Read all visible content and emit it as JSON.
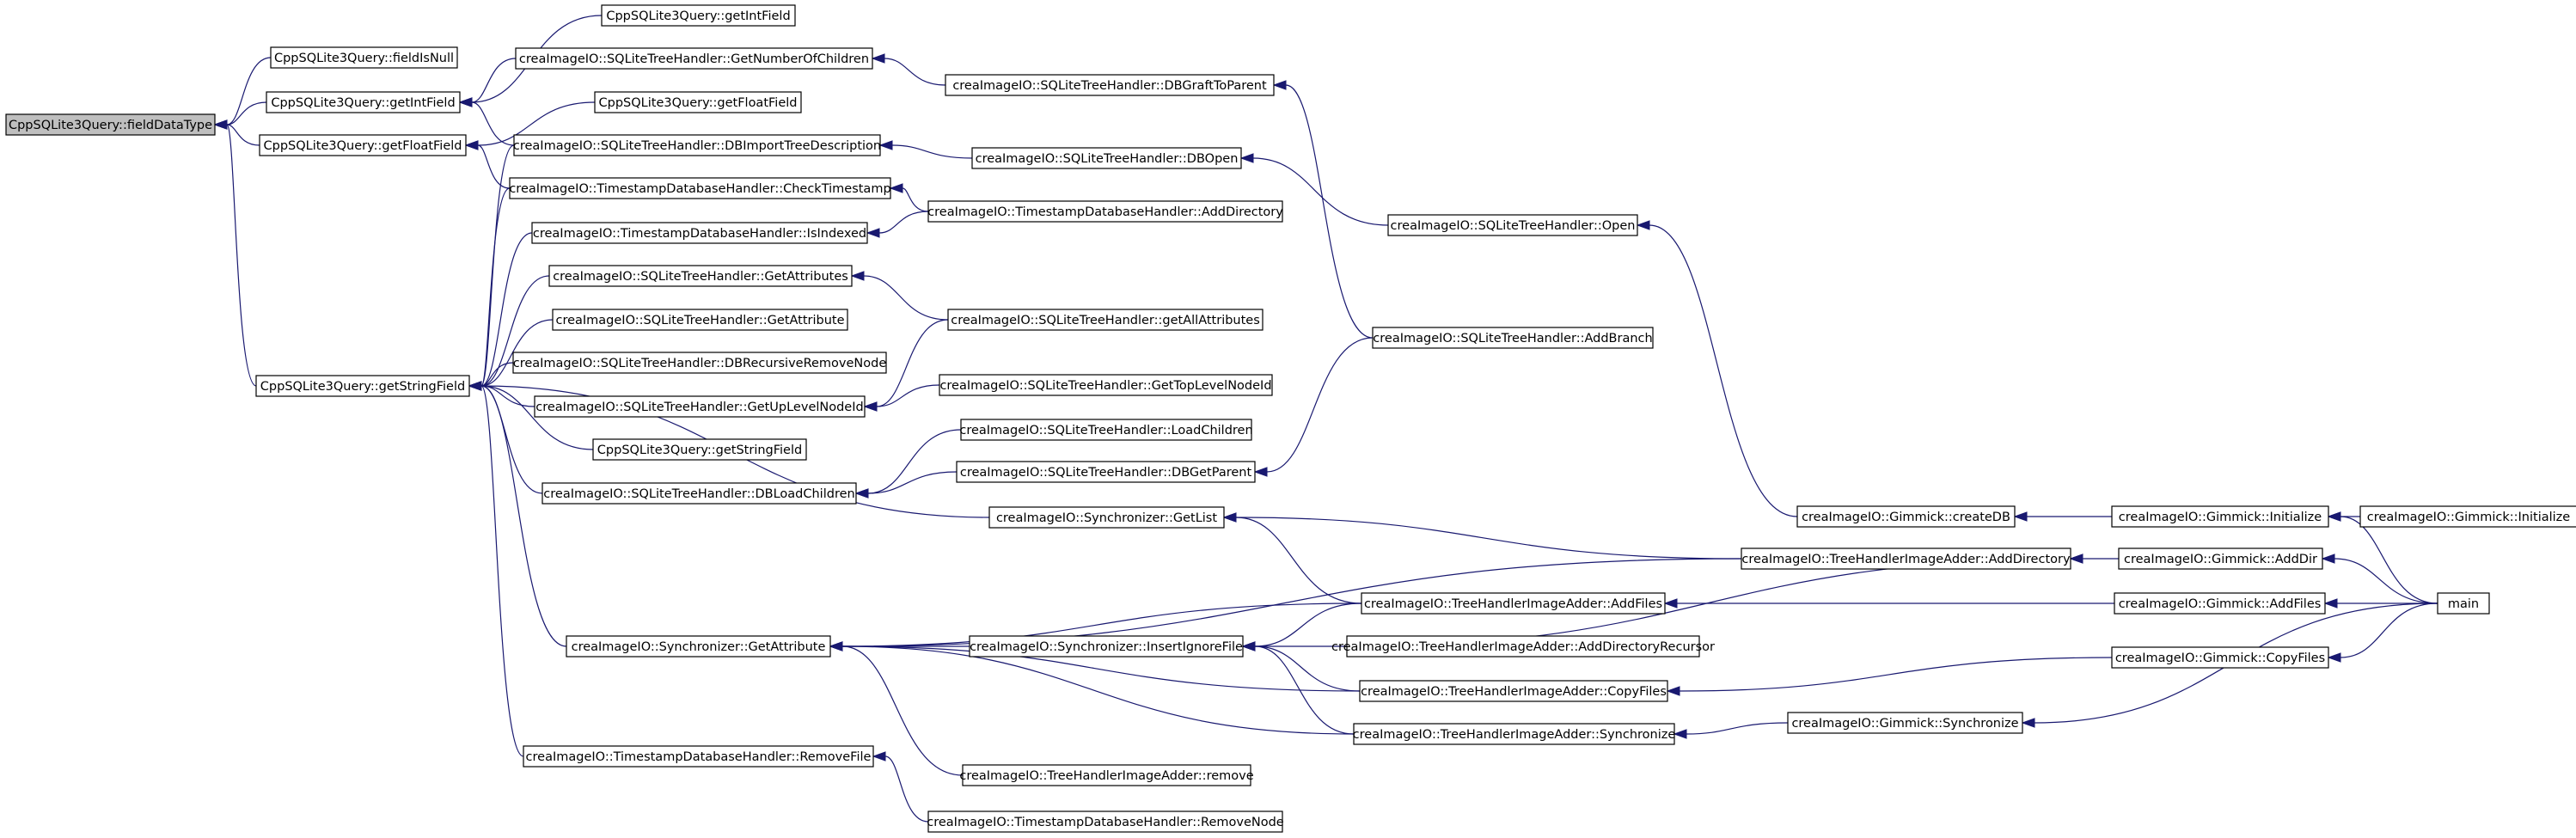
{
  "colors": {
    "edge": "#191970",
    "root_fill": "#bfbfbf",
    "node_fill": "#ffffff",
    "node_border": "#000000"
  },
  "nodes": [
    {
      "id": "fieldDataType",
      "label": "CppSQLite3Query::fieldDataType",
      "root": true
    },
    {
      "id": "fieldIsNull",
      "label": "CppSQLite3Query::fieldIsNull"
    },
    {
      "id": "getIntField",
      "label": "CppSQLite3Query::getIntField"
    },
    {
      "id": "getFloatField",
      "label": "CppSQLite3Query::getFloatField"
    },
    {
      "id": "getStringField",
      "label": "CppSQLite3Query::getStringField"
    },
    {
      "id": "getIntField2",
      "label": "CppSQLite3Query::getIntField"
    },
    {
      "id": "GetNumberOfChildren",
      "label": "creaImageIO::SQLiteTreeHandler::GetNumberOfChildren"
    },
    {
      "id": "getFloatField2",
      "label": "CppSQLite3Query::getFloatField"
    },
    {
      "id": "DBImportTreeDescription",
      "label": "creaImageIO::SQLiteTreeHandler::DBImportTreeDescription"
    },
    {
      "id": "CheckTimestamp",
      "label": "creaImageIO::TimestampDatabaseHandler::CheckTimestamp"
    },
    {
      "id": "IsIndexed",
      "label": "creaImageIO::TimestampDatabaseHandler::IsIndexed"
    },
    {
      "id": "GetAttributes",
      "label": "creaImageIO::SQLiteTreeHandler::GetAttributes"
    },
    {
      "id": "GetAttribute",
      "label": "creaImageIO::SQLiteTreeHandler::GetAttribute"
    },
    {
      "id": "DBRecursiveRemoveNode",
      "label": "creaImageIO::SQLiteTreeHandler::DBRecursiveRemoveNode"
    },
    {
      "id": "GetUpLevelNodeId",
      "label": "creaImageIO::SQLiteTreeHandler::GetUpLevelNodeId"
    },
    {
      "id": "getStringField2",
      "label": "CppSQLite3Query::getStringField"
    },
    {
      "id": "DBLoadChildren",
      "label": "creaImageIO::SQLiteTreeHandler::DBLoadChildren"
    },
    {
      "id": "SyncGetAttribute",
      "label": "creaImageIO::Synchronizer::GetAttribute"
    },
    {
      "id": "TSRemoveFile",
      "label": "creaImageIO::TimestampDatabaseHandler::RemoveFile"
    },
    {
      "id": "DBGraftToParent",
      "label": "creaImageIO::SQLiteTreeHandler::DBGraftToParent"
    },
    {
      "id": "DBOpen",
      "label": "creaImageIO::SQLiteTreeHandler::DBOpen"
    },
    {
      "id": "TSAddDirectory",
      "label": "creaImageIO::TimestampDatabaseHandler::AddDirectory"
    },
    {
      "id": "getAllAttributes",
      "label": "creaImageIO::SQLiteTreeHandler::getAllAttributes"
    },
    {
      "id": "GetTopLevelNodeId",
      "label": "creaImageIO::SQLiteTreeHandler::GetTopLevelNodeId"
    },
    {
      "id": "LoadChildren",
      "label": "creaImageIO::SQLiteTreeHandler::LoadChildren"
    },
    {
      "id": "DBGetParent",
      "label": "creaImageIO::SQLiteTreeHandler::DBGetParent"
    },
    {
      "id": "SyncGetList",
      "label": "creaImageIO::Synchronizer::GetList"
    },
    {
      "id": "InsertIgnoreFile",
      "label": "creaImageIO::Synchronizer::InsertIgnoreFile"
    },
    {
      "id": "TreeRemove",
      "label": "creaImageIO::TreeHandlerImageAdder::remove"
    },
    {
      "id": "TSRemoveNode",
      "label": "creaImageIO::TimestampDatabaseHandler::RemoveNode"
    },
    {
      "id": "Open",
      "label": "creaImageIO::SQLiteTreeHandler::Open"
    },
    {
      "id": "AddBranch",
      "label": "creaImageIO::SQLiteTreeHandler::AddBranch"
    },
    {
      "id": "AddFiles",
      "label": "creaImageIO::TreeHandlerImageAdder::AddFiles"
    },
    {
      "id": "AddDirectoryRecursor",
      "label": "creaImageIO::TreeHandlerImageAdder::AddDirectoryRecursor"
    },
    {
      "id": "CopyFiles",
      "label": "creaImageIO::TreeHandlerImageAdder::CopyFiles"
    },
    {
      "id": "TreeSynchronize",
      "label": "creaImageIO::TreeHandlerImageAdder::Synchronize"
    },
    {
      "id": "createDB",
      "label": "creaImageIO::Gimmick::createDB"
    },
    {
      "id": "AddDirectory",
      "label": "creaImageIO::TreeHandlerImageAdder::AddDirectory"
    },
    {
      "id": "GimmickSynchronize",
      "label": "creaImageIO::Gimmick::Synchronize"
    },
    {
      "id": "Initialize",
      "label": "creaImageIO::Gimmick::Initialize"
    },
    {
      "id": "AddDir",
      "label": "creaImageIO::Gimmick::AddDir"
    },
    {
      "id": "GimmickAddFiles",
      "label": "creaImageIO::Gimmick::AddFiles"
    },
    {
      "id": "GimmickCopyFiles",
      "label": "creaImageIO::Gimmick::CopyFiles"
    },
    {
      "id": "Initialize2",
      "label": "creaImageIO::Gimmick::Initialize"
    },
    {
      "id": "main",
      "label": "main"
    }
  ],
  "edges": [
    [
      "fieldIsNull",
      "fieldDataType"
    ],
    [
      "getIntField",
      "fieldDataType"
    ],
    [
      "getFloatField",
      "fieldDataType"
    ],
    [
      "getStringField",
      "fieldDataType"
    ],
    [
      "getIntField2",
      "getIntField"
    ],
    [
      "GetNumberOfChildren",
      "getIntField"
    ],
    [
      "DBImportTreeDescription",
      "getIntField"
    ],
    [
      "getFloatField2",
      "getFloatField"
    ],
    [
      "CheckTimestamp",
      "getFloatField"
    ],
    [
      "DBImportTreeDescription",
      "getStringField"
    ],
    [
      "CheckTimestamp",
      "getStringField"
    ],
    [
      "IsIndexed",
      "getStringField"
    ],
    [
      "GetAttributes",
      "getStringField"
    ],
    [
      "GetAttribute",
      "getStringField"
    ],
    [
      "DBRecursiveRemoveNode",
      "getStringField"
    ],
    [
      "GetUpLevelNodeId",
      "getStringField"
    ],
    [
      "getStringField2",
      "getStringField"
    ],
    [
      "DBLoadChildren",
      "getStringField"
    ],
    [
      "SyncGetList",
      "getStringField"
    ],
    [
      "SyncGetAttribute",
      "getStringField"
    ],
    [
      "TSRemoveFile",
      "getStringField"
    ],
    [
      "DBGraftToParent",
      "GetNumberOfChildren"
    ],
    [
      "DBOpen",
      "DBImportTreeDescription"
    ],
    [
      "TSAddDirectory",
      "CheckTimestamp"
    ],
    [
      "TSAddDirectory",
      "IsIndexed"
    ],
    [
      "getAllAttributes",
      "GetAttributes"
    ],
    [
      "getAllAttributes",
      "GetUpLevelNodeId"
    ],
    [
      "GetTopLevelNodeId",
      "GetUpLevelNodeId"
    ],
    [
      "LoadChildren",
      "DBLoadChildren"
    ],
    [
      "DBGetParent",
      "DBLoadChildren"
    ],
    [
      "InsertIgnoreFile",
      "SyncGetAttribute"
    ],
    [
      "TreeRemove",
      "SyncGetAttribute"
    ],
    [
      "AddFiles",
      "SyncGetAttribute"
    ],
    [
      "CopyFiles",
      "SyncGetAttribute"
    ],
    [
      "TreeSynchronize",
      "SyncGetAttribute"
    ],
    [
      "AddDirectory",
      "SyncGetAttribute"
    ],
    [
      "TSRemoveNode",
      "TSRemoveFile"
    ],
    [
      "AddBranch",
      "DBGraftToParent"
    ],
    [
      "Open",
      "DBOpen"
    ],
    [
      "createDB",
      "Open"
    ],
    [
      "AddBranch",
      "DBGetParent"
    ],
    [
      "AddDirectory",
      "SyncGetList"
    ],
    [
      "AddFiles",
      "SyncGetList"
    ],
    [
      "AddFiles",
      "InsertIgnoreFile"
    ],
    [
      "AddDirectoryRecursor",
      "InsertIgnoreFile"
    ],
    [
      "CopyFiles",
      "InsertIgnoreFile"
    ],
    [
      "TreeSynchronize",
      "InsertIgnoreFile"
    ],
    [
      "Initialize",
      "createDB"
    ],
    [
      "AddDirectoryRecursor",
      "AddDirectory"
    ],
    [
      "AddDir",
      "AddDirectory"
    ],
    [
      "GimmickAddFiles",
      "AddFiles"
    ],
    [
      "GimmickCopyFiles",
      "CopyFiles"
    ],
    [
      "GimmickSynchronize",
      "TreeSynchronize"
    ],
    [
      "Initialize2",
      "Initialize"
    ],
    [
      "main",
      "Initialize"
    ],
    [
      "main",
      "AddDir"
    ],
    [
      "main",
      "GimmickAddFiles"
    ],
    [
      "main",
      "GimmickCopyFiles"
    ],
    [
      "main",
      "GimmickSynchronize"
    ]
  ]
}
